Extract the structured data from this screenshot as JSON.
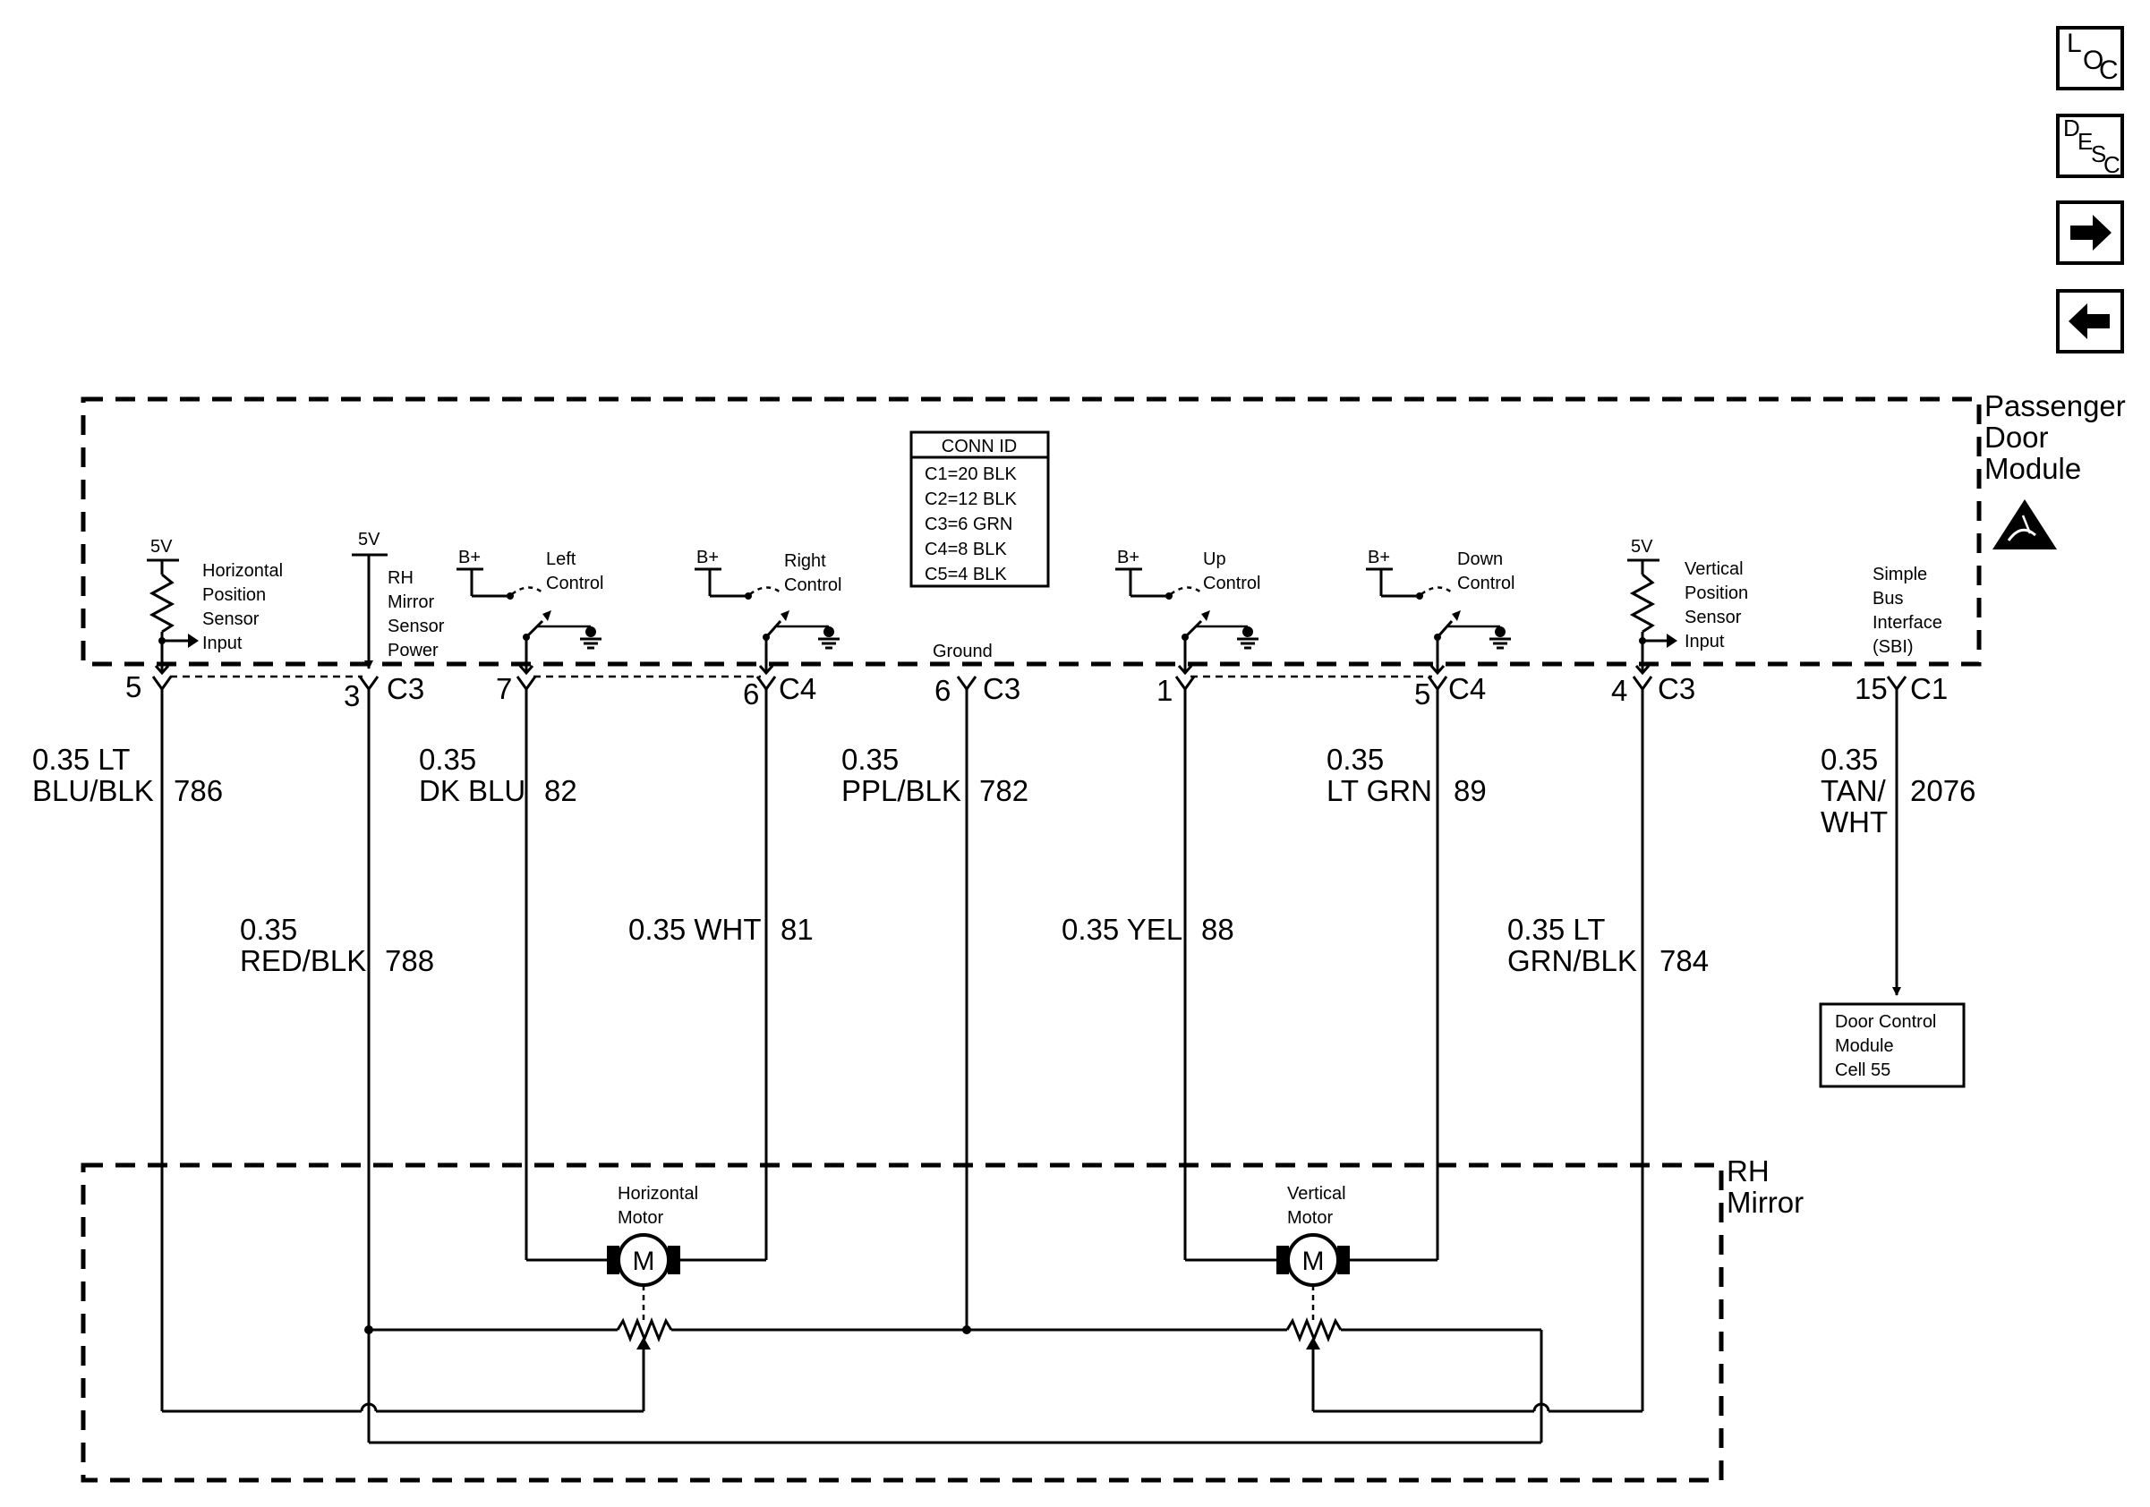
{
  "nav": {
    "loc": {
      "main": "L",
      "sub": "O",
      "sub2": "C"
    },
    "desc": {
      "main": "D",
      "sub": "E",
      "sub2": "S",
      "sub3": "C"
    }
  },
  "module": {
    "title_line1": "Passenger",
    "title_line2": "Door",
    "title_line3": "Module"
  },
  "conn_id": {
    "header": "CONN ID",
    "rows": [
      "C1=20 BLK",
      "C2=12 BLK",
      "C3=6 GRN",
      "C4=8 BLK",
      "C5=4 BLK"
    ]
  },
  "internal": {
    "hps": {
      "volt": "5V",
      "l1": "Horizontal",
      "l2": "Position",
      "l3": "Sensor",
      "l4": "Input"
    },
    "rms": {
      "volt": "5V",
      "l1": "RH",
      "l2": "Mirror",
      "l3": "Sensor",
      "l4": "Power"
    },
    "left": {
      "bplus": "B+",
      "l1": "Left",
      "l2": "Control"
    },
    "right": {
      "bplus": "B+",
      "l1": "Right",
      "l2": "Control"
    },
    "ground": "Ground",
    "up": {
      "bplus": "B+",
      "l1": "Up",
      "l2": "Control"
    },
    "down": {
      "bplus": "B+",
      "l1": "Down",
      "l2": "Control"
    },
    "vps": {
      "volt": "5V",
      "l1": "Vertical",
      "l2": "Position",
      "l3": "Sensor",
      "l4": "Input"
    },
    "sbi": {
      "l1": "Simple",
      "l2": "Bus",
      "l3": "Interface",
      "l4": "(SBI)"
    }
  },
  "pins": {
    "p1": {
      "num": "5",
      "conn": ""
    },
    "p2": {
      "num": "3",
      "conn": "C3"
    },
    "p3": {
      "num": "7",
      "conn": ""
    },
    "p4": {
      "num": "6",
      "conn": "C4"
    },
    "p5": {
      "num": "6",
      "conn": "C3"
    },
    "p6": {
      "num": "1",
      "conn": ""
    },
    "p7": {
      "num": "5",
      "conn": "C4"
    },
    "p8": {
      "num": "4",
      "conn": "C3"
    },
    "p9": {
      "num": "15",
      "conn": "C1"
    }
  },
  "wires": {
    "w786": {
      "l1": "0.35 LT",
      "l2": "BLU/BLK",
      "circuit": "786"
    },
    "w788": {
      "l1": "0.35",
      "l2": "RED/BLK",
      "circuit": "788"
    },
    "w82": {
      "l1": "0.35",
      "l2": "DK BLU",
      "circuit": "82"
    },
    "w81": {
      "l1": "0.35 WHT",
      "circuit": "81"
    },
    "w782": {
      "l1": "0.35",
      "l2": "PPL/BLK",
      "circuit": "782"
    },
    "w88": {
      "l1": "0.35 YEL",
      "circuit": "88"
    },
    "w89": {
      "l1": "0.35",
      "l2": "LT GRN",
      "circuit": "89"
    },
    "w784": {
      "l1": "0.35 LT",
      "l2": "GRN/BLK",
      "circuit": "784"
    },
    "w2076": {
      "l1": "0.35",
      "l2": "TAN/",
      "l3": "WHT",
      "circuit": "2076"
    }
  },
  "dcm_ref": {
    "l1": "Door Control",
    "l2": "Module",
    "l3": "Cell 55"
  },
  "mirror": {
    "title_line1": "RH",
    "title_line2": "Mirror",
    "h_motor": {
      "l1": "Horizontal",
      "l2": "Motor",
      "symbol": "M"
    },
    "v_motor": {
      "l1": "Vertical",
      "l2": "Motor",
      "symbol": "M"
    }
  }
}
